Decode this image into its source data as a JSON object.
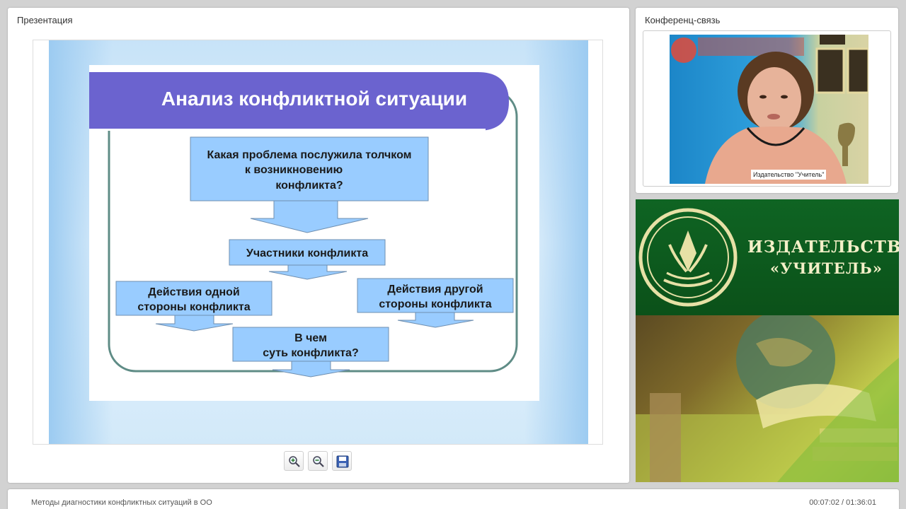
{
  "presentation": {
    "panel_title": "Презентация",
    "slide": {
      "title": "Анализ конфликтной ситуации",
      "box_problem": [
        "Какая проблема послужила толчком",
        "к возникновению",
        "конфликта?"
      ],
      "box_participants": "Участники конфликта",
      "box_one_side": [
        "Действия одной",
        "стороны конфликта"
      ],
      "box_other_side": [
        "Действия другой",
        "стороны конфликта"
      ],
      "box_essence": [
        "В чем",
        "суть конфликта?"
      ]
    },
    "tools": [
      "zoom-in-icon",
      "zoom-out-icon",
      "save-icon"
    ]
  },
  "conference": {
    "panel_title": "Конференц-связь",
    "video_label": "Издательство \"Учитель\""
  },
  "banner": {
    "line1": "ИЗДАТЕЛЬСТВО",
    "line2": "«УЧИТЕЛЬ»"
  },
  "footer": {
    "title": "Методы диагностики конфликтных ситуаций в ОО",
    "time": "00:07:02 / 01:36:01"
  },
  "colors": {
    "slide_title_bg": "#6b63cf",
    "box_fill": "#99ccff",
    "frame_stroke": "#5f8c86",
    "banner_green": "#0f6423"
  }
}
